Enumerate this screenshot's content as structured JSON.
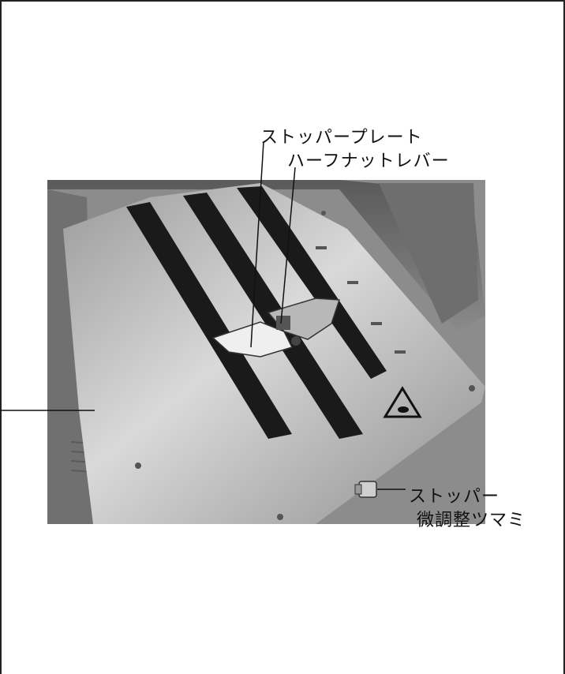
{
  "labels": {
    "stopper_plate": "ストッパープレート",
    "half_nut_lever": "ハーフナットレバー",
    "stopper_adjust_line1": "ストッパー",
    "stopper_adjust_line2": "微調整ツマミ"
  },
  "colors": {
    "border": "#222222",
    "photo_dark": "#1a1a1a",
    "photo_mid": "#8a8a8a",
    "photo_light": "#d8d8d8"
  }
}
